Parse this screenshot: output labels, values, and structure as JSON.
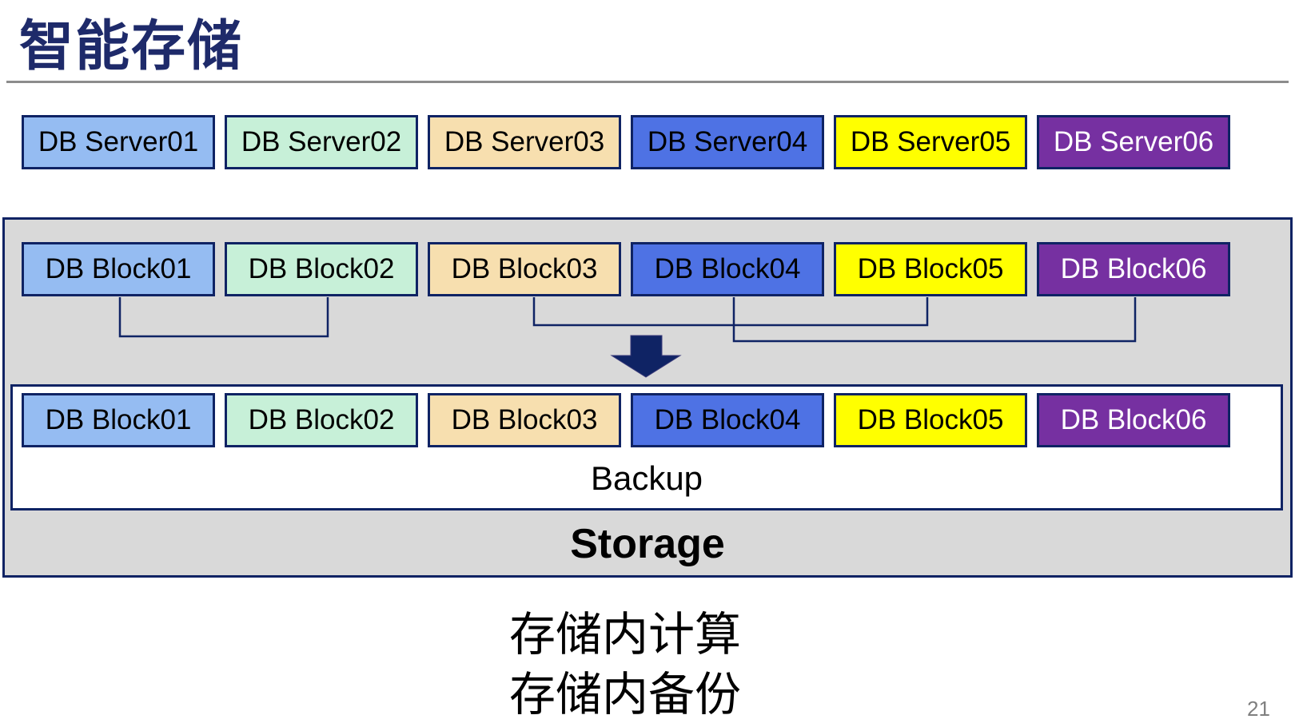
{
  "slide": {
    "title": "智能存储",
    "page_number": "21"
  },
  "servers": [
    {
      "label": "DB Server01",
      "bg": "#95BCF2",
      "fg": "#000000"
    },
    {
      "label": "DB Server02",
      "bg": "#C7F0D8",
      "fg": "#000000"
    },
    {
      "label": "DB Server03",
      "bg": "#F7DFAF",
      "fg": "#000000"
    },
    {
      "label": "DB Server04",
      "bg": "#4E72E4",
      "fg": "#000000"
    },
    {
      "label": "DB Server05",
      "bg": "#FFFF00",
      "fg": "#000000"
    },
    {
      "label": "DB Server06",
      "bg": "#7630A1",
      "fg": "#FFFFFF"
    }
  ],
  "blocks_upper": [
    {
      "label": "DB Block01",
      "bg": "#95BCF2",
      "fg": "#000000"
    },
    {
      "label": "DB Block02",
      "bg": "#C7F0D8",
      "fg": "#000000"
    },
    {
      "label": "DB Block03",
      "bg": "#F7DFAF",
      "fg": "#000000"
    },
    {
      "label": "DB Block04",
      "bg": "#4E72E4",
      "fg": "#000000"
    },
    {
      "label": "DB Block05",
      "bg": "#FFFF00",
      "fg": "#000000"
    },
    {
      "label": "DB Block06",
      "bg": "#7630A1",
      "fg": "#FFFFFF"
    }
  ],
  "blocks_lower": [
    {
      "label": "DB Block01",
      "bg": "#95BCF2",
      "fg": "#000000"
    },
    {
      "label": "DB Block02",
      "bg": "#C7F0D8",
      "fg": "#000000"
    },
    {
      "label": "DB Block03",
      "bg": "#F7DFAF",
      "fg": "#000000"
    },
    {
      "label": "DB Block04",
      "bg": "#4E72E4",
      "fg": "#000000"
    },
    {
      "label": "DB Block05",
      "bg": "#FFFF00",
      "fg": "#000000"
    },
    {
      "label": "DB Block06",
      "bg": "#7630A1",
      "fg": "#FFFFFF"
    }
  ],
  "storage_box": {
    "backup_label": "Backup",
    "storage_label": "Storage"
  },
  "annotations": {
    "line1": "存储内计算",
    "line2": "存储内备份"
  },
  "connections": [
    {
      "from": "DB Block01",
      "to": "DB Block02"
    },
    {
      "from": "DB Block03",
      "to": "DB Block05"
    },
    {
      "from": "DB Block04",
      "to": "DB Block06"
    }
  ],
  "colors": {
    "title": "#1E2A6A",
    "outline_navy": "#0F2364",
    "container_gray": "#D9D9D9",
    "divider_gray": "#8C8C8C",
    "arrow_navy": "#0F2364",
    "page_number_gray": "#7F7F7F"
  }
}
